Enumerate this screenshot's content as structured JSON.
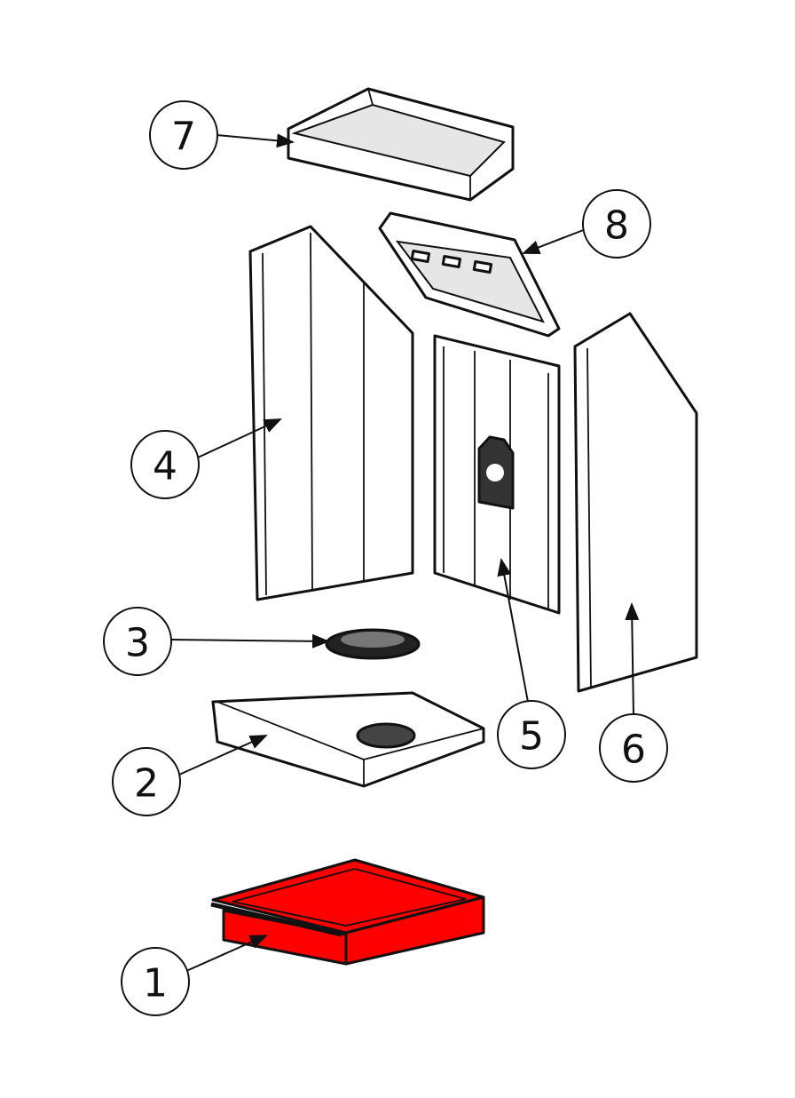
{
  "diagram": {
    "highlight_color": "#ff0000",
    "callouts": [
      {
        "id": "1",
        "label": "1"
      },
      {
        "id": "2",
        "label": "2"
      },
      {
        "id": "3",
        "label": "3"
      },
      {
        "id": "4",
        "label": "4"
      },
      {
        "id": "5",
        "label": "5"
      },
      {
        "id": "6",
        "label": "6"
      },
      {
        "id": "7",
        "label": "7"
      },
      {
        "id": "8",
        "label": "8"
      }
    ]
  }
}
